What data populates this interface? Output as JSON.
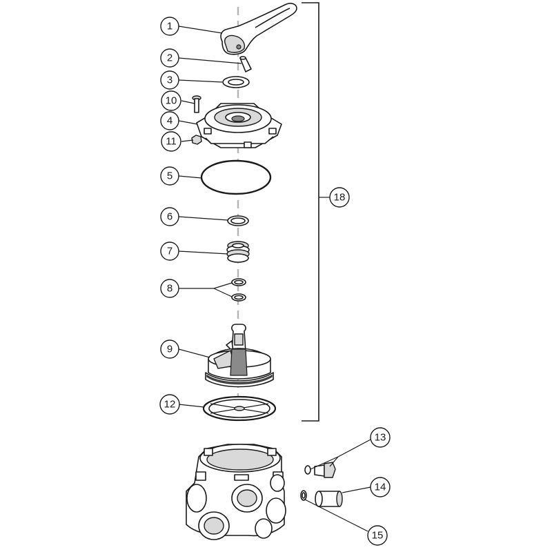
{
  "callouts": {
    "c1": "1",
    "c2": "2",
    "c3": "3",
    "c4": "4",
    "c5": "5",
    "c6": "6",
    "c7": "7",
    "c8": "8",
    "c9": "9",
    "c10": "10",
    "c11": "11",
    "c12": "12",
    "c13": "13",
    "c14": "14",
    "c15": "15",
    "c18": "18"
  }
}
